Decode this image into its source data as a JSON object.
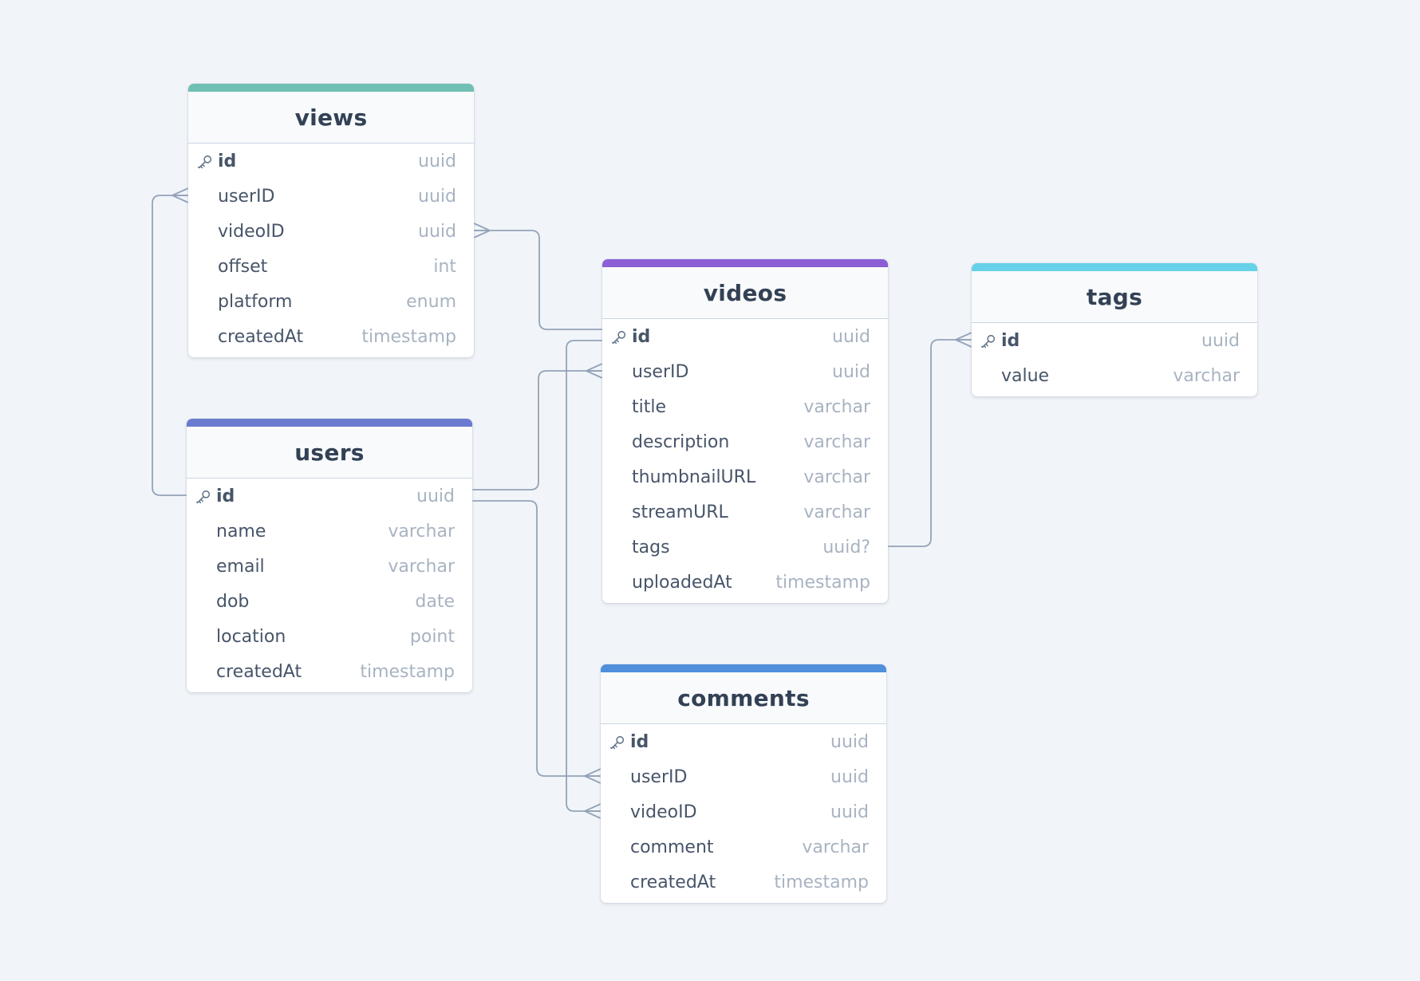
{
  "colors": {
    "background": "#f1f5f9",
    "connector": "#94a3b8",
    "views": "#6fbfb3",
    "users": "#6b7bcf",
    "videos": "#8b5ed6",
    "tags": "#66d1e8",
    "comments": "#4f8fdc"
  },
  "tables": [
    {
      "key": "views",
      "name": "views",
      "accent": "#6fbfb3",
      "columns": [
        {
          "name": "id",
          "type": "uuid",
          "pk": true
        },
        {
          "name": "userID",
          "type": "uuid"
        },
        {
          "name": "videoID",
          "type": "uuid"
        },
        {
          "name": "offset",
          "type": "int"
        },
        {
          "name": "platform",
          "type": "enum"
        },
        {
          "name": "createdAt",
          "type": "timestamp"
        }
      ]
    },
    {
      "key": "users",
      "name": "users",
      "accent": "#6b7bcf",
      "columns": [
        {
          "name": "id",
          "type": "uuid",
          "pk": true
        },
        {
          "name": "name",
          "type": "varchar"
        },
        {
          "name": "email",
          "type": "varchar"
        },
        {
          "name": "dob",
          "type": "date"
        },
        {
          "name": "location",
          "type": "point"
        },
        {
          "name": "createdAt",
          "type": "timestamp"
        }
      ]
    },
    {
      "key": "videos",
      "name": "videos",
      "accent": "#8b5ed6",
      "columns": [
        {
          "name": "id",
          "type": "uuid",
          "pk": true
        },
        {
          "name": "userID",
          "type": "uuid"
        },
        {
          "name": "title",
          "type": "varchar"
        },
        {
          "name": "description",
          "type": "varchar"
        },
        {
          "name": "thumbnailURL",
          "type": "varchar"
        },
        {
          "name": "streamURL",
          "type": "varchar"
        },
        {
          "name": "tags",
          "type": "uuid?"
        },
        {
          "name": "uploadedAt",
          "type": "timestamp"
        }
      ]
    },
    {
      "key": "tags",
      "name": "tags",
      "accent": "#66d1e8",
      "columns": [
        {
          "name": "id",
          "type": "uuid",
          "pk": true
        },
        {
          "name": "value",
          "type": "varchar"
        }
      ]
    },
    {
      "key": "comments",
      "name": "comments",
      "accent": "#4f8fdc",
      "columns": [
        {
          "name": "id",
          "type": "uuid",
          "pk": true
        },
        {
          "name": "userID",
          "type": "uuid"
        },
        {
          "name": "videoID",
          "type": "uuid"
        },
        {
          "name": "comment",
          "type": "varchar"
        },
        {
          "name": "createdAt",
          "type": "timestamp"
        }
      ]
    }
  ],
  "relations": [
    {
      "from": "users.id",
      "to": "views.userID"
    },
    {
      "from": "videos.id",
      "to": "views.videoID"
    },
    {
      "from": "users.id",
      "to": "videos.userID"
    },
    {
      "from": "videos.tags",
      "to": "tags.id"
    },
    {
      "from": "users.id",
      "to": "comments.userID"
    },
    {
      "from": "videos.id",
      "to": "comments.videoID"
    }
  ]
}
